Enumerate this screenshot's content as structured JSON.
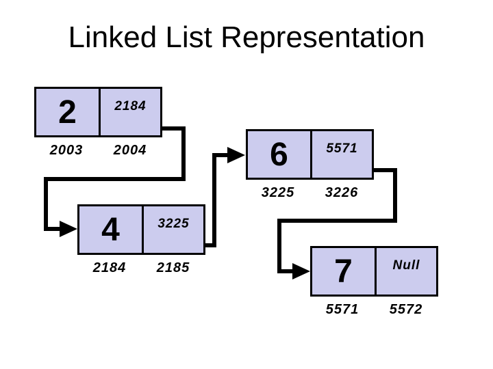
{
  "title": "Linked List Representation",
  "colors": {
    "node_fill": "#ccccee",
    "node_border": "#000000",
    "connector": "#000000",
    "background": "#ffffff",
    "text": "#000000"
  },
  "nodes": [
    {
      "value": "2",
      "pointer": "2184",
      "addr_value": "2003",
      "addr_pointer": "2004"
    },
    {
      "value": "6",
      "pointer": "5571",
      "addr_value": "3225",
      "addr_pointer": "3226"
    },
    {
      "value": "4",
      "pointer": "3225",
      "addr_value": "2184",
      "addr_pointer": "2185"
    },
    {
      "value": "7",
      "pointer": "Null",
      "addr_value": "5571",
      "addr_pointer": "5572"
    }
  ],
  "links": [
    {
      "from_node": 0,
      "to_node": 2,
      "pointer_value": "2184"
    },
    {
      "from_node": 2,
      "to_node": 1,
      "pointer_value": "3225"
    },
    {
      "from_node": 1,
      "to_node": 3,
      "pointer_value": "5571"
    }
  ]
}
